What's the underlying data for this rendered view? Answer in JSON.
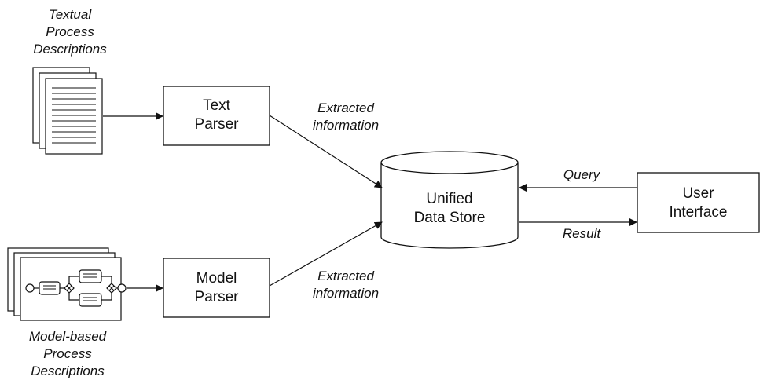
{
  "sources": {
    "textual": [
      "Textual",
      "Process",
      "Descriptions"
    ],
    "model": [
      "Model-based",
      "Process",
      "Descriptions"
    ]
  },
  "components": {
    "text_parser": [
      "Text",
      "Parser"
    ],
    "model_parser": [
      "Model",
      "Parser"
    ],
    "data_store": [
      "Unified",
      "Data Store"
    ],
    "user_interface": [
      "User",
      "Interface"
    ]
  },
  "edge_labels": {
    "extracted_top": [
      "Extracted",
      "information"
    ],
    "extracted_bottom": [
      "Extracted",
      "information"
    ],
    "query": "Query",
    "result": "Result"
  }
}
